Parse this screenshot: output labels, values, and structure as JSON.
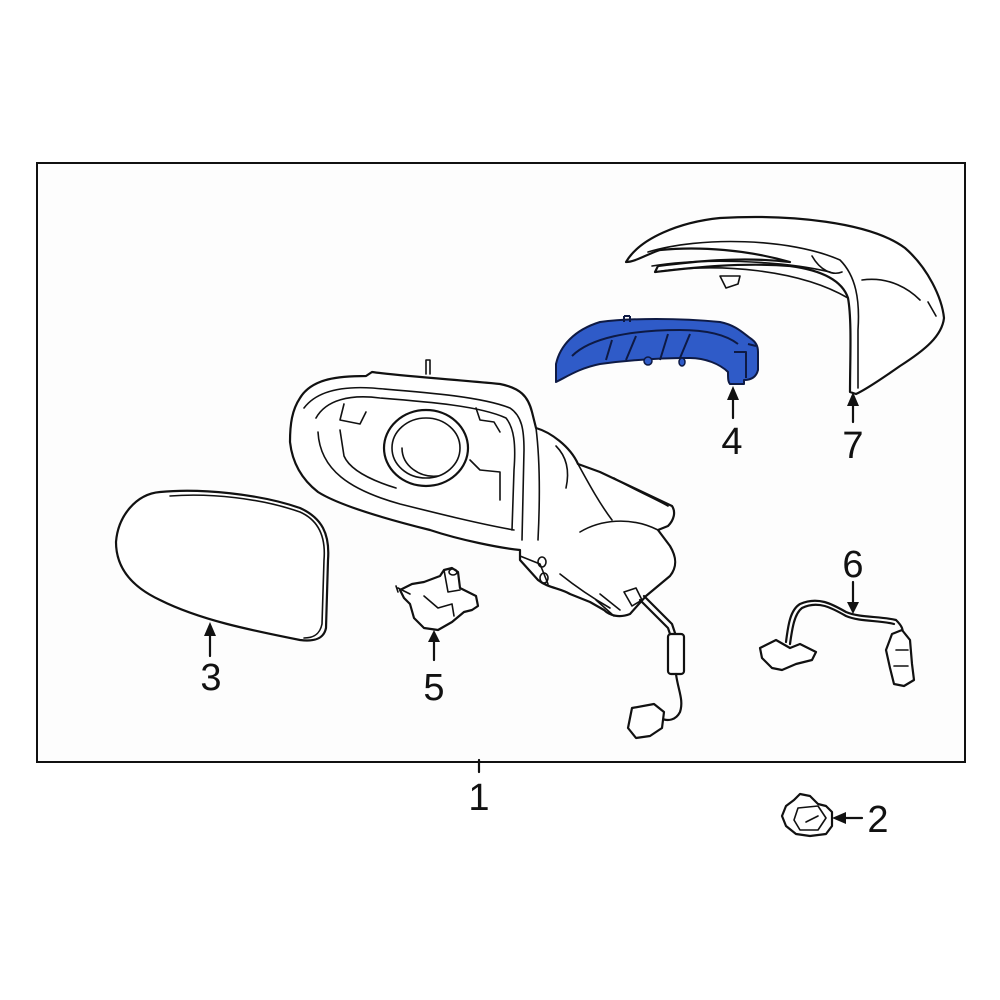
{
  "diagram": {
    "type": "exploded-parts-diagram",
    "subject": "Outside rear view mirror assembly",
    "highlight_color": "#2f5bc8",
    "line_color": "#111111",
    "background": "#ffffff",
    "frame_background": "#fdfdfd"
  },
  "callouts": [
    {
      "id": "1",
      "label": "1",
      "part": "mirror-assembly",
      "highlighted": false
    },
    {
      "id": "2",
      "label": "2",
      "part": "clip",
      "highlighted": false
    },
    {
      "id": "3",
      "label": "3",
      "part": "mirror-glass",
      "highlighted": false
    },
    {
      "id": "4",
      "label": "4",
      "part": "turn-signal-lamp",
      "highlighted": true
    },
    {
      "id": "5",
      "label": "5",
      "part": "blind-spot-lamp",
      "highlighted": false
    },
    {
      "id": "6",
      "label": "6",
      "part": "wiring-harness",
      "highlighted": false
    },
    {
      "id": "7",
      "label": "7",
      "part": "mirror-cover",
      "highlighted": false
    }
  ]
}
